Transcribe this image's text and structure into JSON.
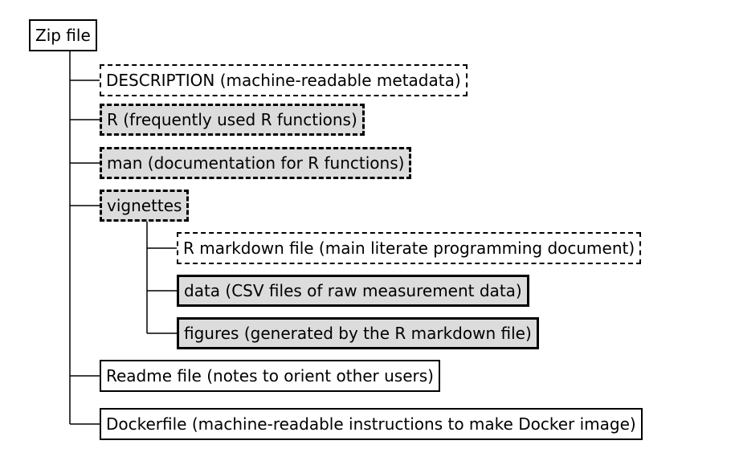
{
  "tree": {
    "root": "Zip file",
    "items": [
      {
        "label": "DESCRIPTION (machine-readable metadata)",
        "style": "dashed-thin",
        "level": 1
      },
      {
        "label": "R (frequently used R functions)",
        "style": "dashed-thick",
        "level": 1
      },
      {
        "label": "man (documentation for R functions)",
        "style": "dashed-thick",
        "level": 1
      },
      {
        "label": "vignettes",
        "style": "dashed-thick",
        "level": 1
      },
      {
        "label": "R markdown file (main literate programming document)",
        "style": "dashed-thin",
        "level": 2
      },
      {
        "label": "data (CSV files of raw measurement data)",
        "style": "solid-thick",
        "level": 2
      },
      {
        "label": "figures (generated by the R markdown file)",
        "style": "solid-thick",
        "level": 2
      },
      {
        "label": "Readme file (notes to orient other users)",
        "style": "solid",
        "level": 1
      },
      {
        "label": "Dockerfile (machine-readable instructions to make Docker image)",
        "style": "solid",
        "level": 1
      }
    ]
  },
  "colors": {
    "line": "#000000",
    "shaded_fill": "#dcdcdc",
    "plain_fill": "#ffffff"
  }
}
